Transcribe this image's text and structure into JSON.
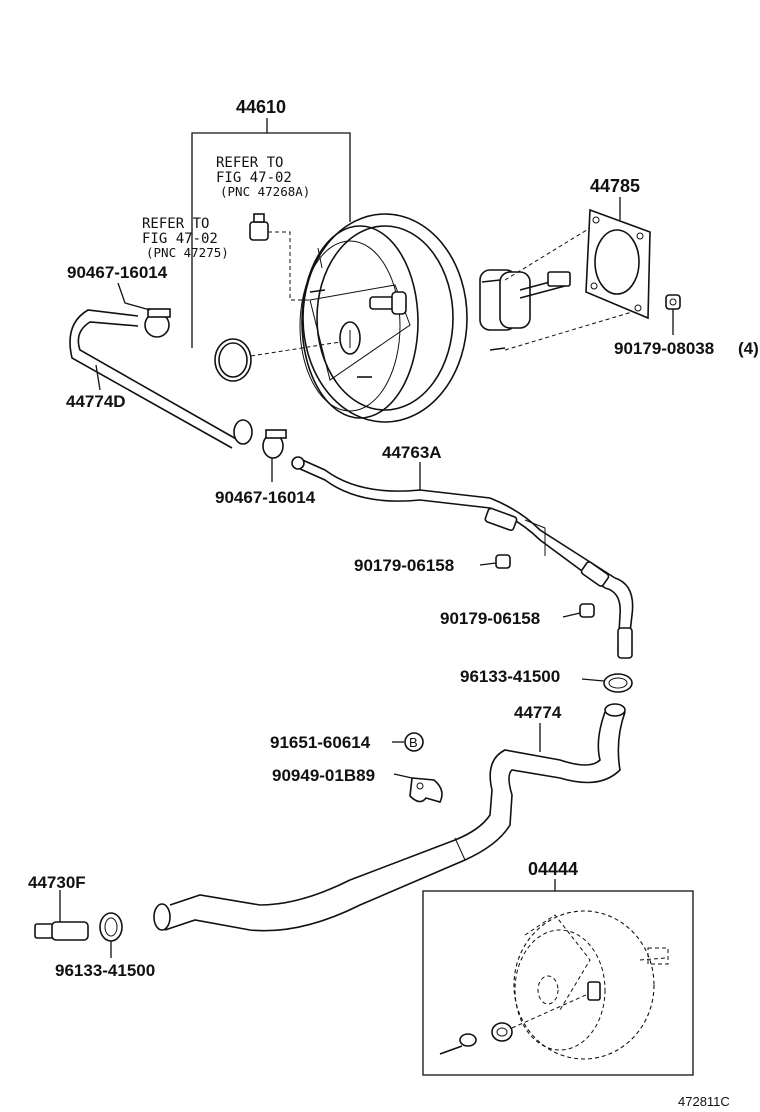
{
  "diagram": {
    "figure_code": "472811C",
    "booster": {
      "part_number": "44610",
      "refer_a": {
        "line1": "REFER TO",
        "line2": "FIG 47-02",
        "line3": "(PNC 47268A)"
      },
      "refer_b": {
        "line1": "REFER TO",
        "line2": "FIG 47-02",
        "line3": "(PNC 47275)"
      }
    },
    "gasket": {
      "part_number": "44785"
    },
    "nut": {
      "part_number": "90179-08038",
      "qty": "(4)"
    },
    "clip_upper": {
      "part_number": "90467-16014"
    },
    "clip_lower": {
      "part_number": "90467-16014"
    },
    "hose_upper": {
      "part_number": "44774D"
    },
    "tube": {
      "part_number": "44763A"
    },
    "nut_a": {
      "part_number": "90179-06158"
    },
    "nut_b": {
      "part_number": "90179-06158"
    },
    "clamp_top": {
      "part_number": "96133-41500"
    },
    "hose_lower": {
      "part_number": "44774"
    },
    "bolt": {
      "part_number": "91651-60614",
      "marker": "B"
    },
    "clamp_holder": {
      "part_number": "90949-01B89"
    },
    "union": {
      "part_number": "44730F"
    },
    "clamp_bottom": {
      "part_number": "96133-41500"
    },
    "assy": {
      "part_number": "04444"
    }
  }
}
